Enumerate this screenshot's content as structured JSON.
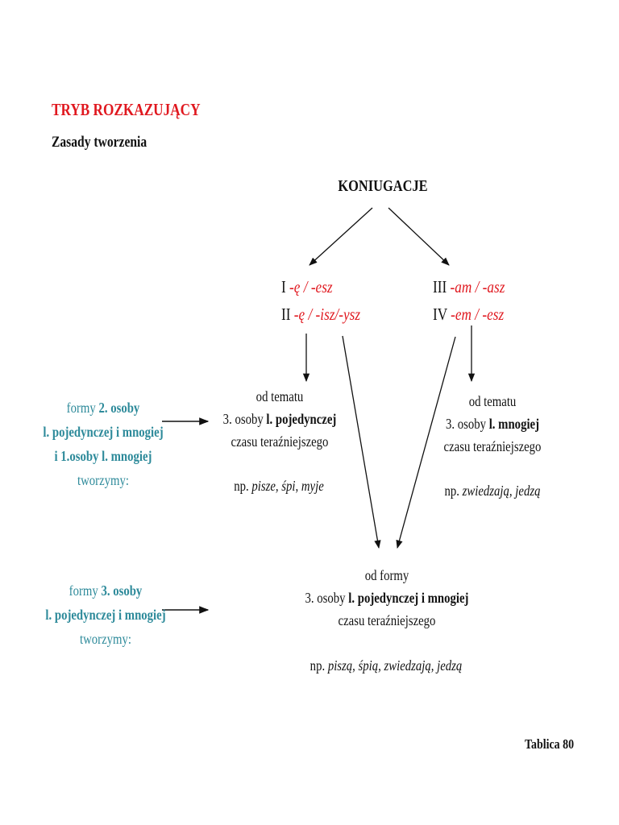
{
  "title": "TRYB ROZKAZUJĄCY",
  "subtitle": "Zasady tworzenia",
  "root": "KONIUGACJE",
  "conjugations_left": [
    {
      "num": "I",
      "ending": "-ę / -esz"
    },
    {
      "num": "II",
      "ending": "-ę / -isz/-ysz"
    }
  ],
  "conjugations_right": [
    {
      "num": "III",
      "ending": "-am / -asz"
    },
    {
      "num": "IV",
      "ending": "-em / -esz"
    }
  ],
  "left_box": {
    "line1": "od tematu",
    "line2_pre": "3. osoby",
    "line2_bold": "l. pojedynczej",
    "line3": "czasu teraźniejszego",
    "example_pre": "np.",
    "example": "pisze, śpi, myje"
  },
  "right_box": {
    "line1": "od tematu",
    "line2_pre": "3. osoby",
    "line2_bold": "l. mnogiej",
    "line3": "czasu teraźniejszego",
    "example_pre": "np.",
    "example": "zwiedzają, jedzą"
  },
  "bottom_box": {
    "line1": "od formy",
    "line2_pre": "3. osoby",
    "line2_bold": "l. pojedynczej i mnogiej",
    "line3": "czasu teraźniejszego",
    "example_pre": "np.",
    "example": "piszą, śpią, zwiedzają, jedzą"
  },
  "side_note_1": {
    "l1_pre": "formy",
    "l1_bold": "2. osoby",
    "l2": "l. pojedynczej i mnogiej",
    "l3": "i 1.osoby l. mnogiej",
    "l4": "tworzymy:"
  },
  "side_note_2": {
    "l1_pre": "formy",
    "l1_bold": "3. osoby",
    "l2": "l. pojedynczej i mnogiej",
    "l3": "tworzymy:"
  },
  "footer": "Tablica 80",
  "colors": {
    "accent_red": "#e0181f",
    "teal": "#2d8a9a"
  }
}
